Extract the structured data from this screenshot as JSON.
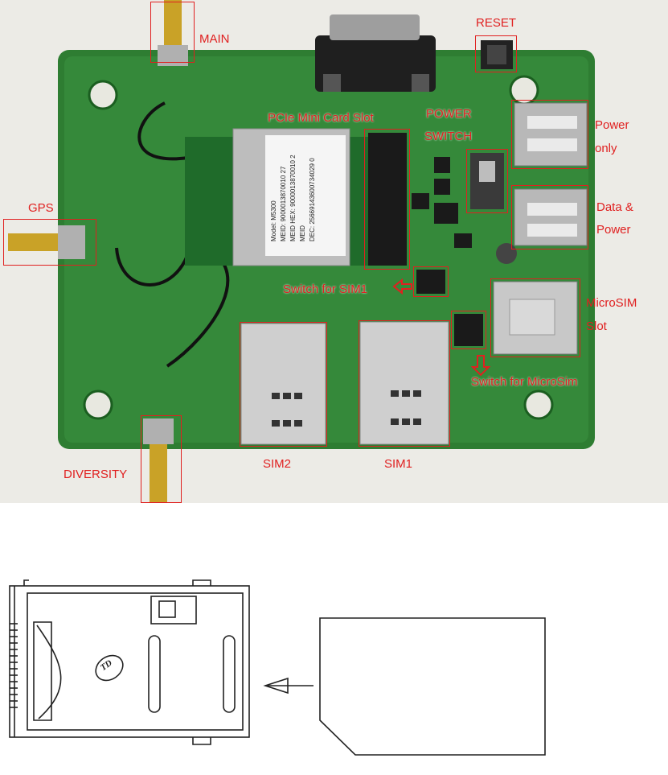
{
  "labels": {
    "main": "MAIN",
    "reset": "RESET",
    "pcie_slot": "PCIe Mini Card Slot",
    "power_switch_line1": "POWER",
    "power_switch_line2": "SWITCH",
    "power_only_line1": "Power",
    "power_only_line2": "only",
    "data_power_line1": "Data &",
    "data_power_line2": "Power",
    "gps": "GPS",
    "switch_sim1": "Switch for SIM1",
    "microsim_slot_line1": "MicroSIM",
    "microsim_slot_line2": "Slot",
    "switch_microsim": "Switch for MicroSim",
    "sim2": "SIM2",
    "sim1": "SIM1",
    "diversity": "DIVERSITY"
  },
  "module_text": {
    "line1": "Model: M5300",
    "line2": "MEID: 9000013870010 27",
    "line3": "MEID HEX: 9000013870010 2",
    "line4": "MEID",
    "line5": "DEC: 25669143600734029 0"
  },
  "colors": {
    "annotation": "#e02020",
    "pcb": "#2e7d32",
    "metal": "#c8c8c8"
  },
  "drawing": {
    "logo": "TD"
  }
}
